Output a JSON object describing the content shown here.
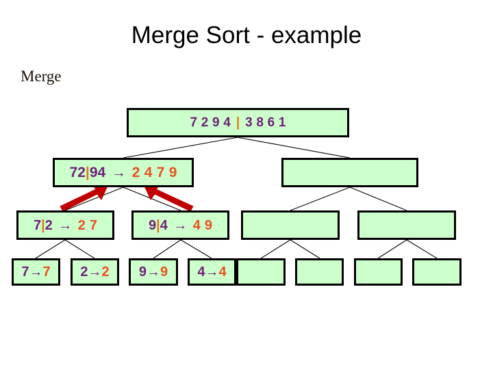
{
  "slide": {
    "title": "Merge Sort - example",
    "section_label": "Merge",
    "background_color": "#ffffff"
  },
  "colors": {
    "box_fill": "#ccffcc",
    "box_border": "#000000",
    "unsorted_text": "#70207a",
    "sorted_text": "#e8501e",
    "separator_bar": "#e07818",
    "arrow_red": "#c00000",
    "title_text": "#000000"
  },
  "tree": {
    "levels": [
      {
        "name": "level-1-root",
        "nodes": [
          {
            "id": "root",
            "text": "7 2 9 4 | 3 8 6 1",
            "empty": false,
            "tokens": [
              {
                "t": "7",
                "c": "pur"
              },
              {
                "t": " ",
                "c": "gap"
              },
              {
                "t": "2",
                "c": "pur"
              },
              {
                "t": " ",
                "c": "gap"
              },
              {
                "t": "9",
                "c": "pur"
              },
              {
                "t": " ",
                "c": "gap"
              },
              {
                "t": "4",
                "c": "pur"
              },
              {
                "t": " ",
                "c": "gapw"
              },
              {
                "t": "|",
                "c": "bar"
              },
              {
                "t": " ",
                "c": "gapw"
              },
              {
                "t": "3",
                "c": "pur"
              },
              {
                "t": " ",
                "c": "gap"
              },
              {
                "t": "8",
                "c": "pur"
              },
              {
                "t": " ",
                "c": "gap"
              },
              {
                "t": "6",
                "c": "pur"
              },
              {
                "t": " ",
                "c": "gap"
              },
              {
                "t": "1",
                "c": "pur"
              }
            ]
          }
        ]
      },
      {
        "name": "level-2",
        "nodes": [
          {
            "id": "L2-left",
            "text": "72|94 → 2 4 7 9",
            "empty": false,
            "tokens": [
              {
                "t": "72",
                "c": "pur"
              },
              {
                "t": "|",
                "c": "bar"
              },
              {
                "t": "94",
                "c": "pur"
              },
              {
                "t": " ",
                "c": "gapw"
              },
              {
                "t": "→",
                "c": "arr"
              },
              {
                "t": " ",
                "c": "gapw"
              },
              {
                "t": "2",
                "c": "org"
              },
              {
                "t": " ",
                "c": "gap"
              },
              {
                "t": "4",
                "c": "org"
              },
              {
                "t": " ",
                "c": "gap"
              },
              {
                "t": "7",
                "c": "org"
              },
              {
                "t": " ",
                "c": "gap"
              },
              {
                "t": "9",
                "c": "org"
              }
            ]
          },
          {
            "id": "L2-right",
            "text": "",
            "empty": true,
            "tokens": []
          }
        ]
      },
      {
        "name": "level-3",
        "nodes": [
          {
            "id": "L3-1",
            "text": "7|2 → 2 7",
            "empty": false,
            "tokens": [
              {
                "t": "7",
                "c": "pur"
              },
              {
                "t": "|",
                "c": "bar"
              },
              {
                "t": "2",
                "c": "pur"
              },
              {
                "t": " ",
                "c": "gapw"
              },
              {
                "t": "→",
                "c": "arr"
              },
              {
                "t": " ",
                "c": "gapw"
              },
              {
                "t": "2",
                "c": "org"
              },
              {
                "t": " ",
                "c": "gap"
              },
              {
                "t": "7",
                "c": "org"
              }
            ]
          },
          {
            "id": "L3-2",
            "text": "9|4 → 4 9",
            "empty": false,
            "tokens": [
              {
                "t": "9",
                "c": "pur"
              },
              {
                "t": "|",
                "c": "bar"
              },
              {
                "t": "4",
                "c": "pur"
              },
              {
                "t": " ",
                "c": "gapw"
              },
              {
                "t": "→",
                "c": "arr"
              },
              {
                "t": " ",
                "c": "gapw"
              },
              {
                "t": "4",
                "c": "org"
              },
              {
                "t": " ",
                "c": "gap"
              },
              {
                "t": "9",
                "c": "org"
              }
            ]
          },
          {
            "id": "L3-3",
            "text": "",
            "empty": true,
            "tokens": []
          },
          {
            "id": "L3-4",
            "text": "",
            "empty": true,
            "tokens": []
          }
        ]
      },
      {
        "name": "level-4-leaves",
        "nodes": [
          {
            "id": "L4-1",
            "text": "7→7",
            "empty": false,
            "tokens": [
              {
                "t": "7",
                "c": "pur"
              },
              {
                "t": "→",
                "c": "arr"
              },
              {
                "t": "7",
                "c": "org"
              }
            ]
          },
          {
            "id": "L4-2",
            "text": "2→2",
            "empty": false,
            "tokens": [
              {
                "t": "2",
                "c": "pur"
              },
              {
                "t": "→",
                "c": "arr"
              },
              {
                "t": "2",
                "c": "org"
              }
            ]
          },
          {
            "id": "L4-3",
            "text": "9→9",
            "empty": false,
            "tokens": [
              {
                "t": "9",
                "c": "pur"
              },
              {
                "t": "→",
                "c": "arr"
              },
              {
                "t": "9",
                "c": "org"
              }
            ]
          },
          {
            "id": "L4-4",
            "text": "4→4",
            "empty": false,
            "tokens": [
              {
                "t": "4",
                "c": "pur"
              },
              {
                "t": "→",
                "c": "arr"
              },
              {
                "t": "4",
                "c": "org"
              }
            ]
          },
          {
            "id": "L4-5",
            "text": "",
            "empty": true,
            "tokens": []
          },
          {
            "id": "L4-6",
            "text": "",
            "empty": true,
            "tokens": []
          },
          {
            "id": "L4-7",
            "text": "",
            "empty": true,
            "tokens": []
          },
          {
            "id": "L4-8",
            "text": "",
            "empty": true,
            "tokens": []
          }
        ]
      }
    ]
  },
  "annotations": {
    "arrows": [
      {
        "name": "merge-arrow-left",
        "direction": "up-right",
        "color": "#c00000"
      },
      {
        "name": "merge-arrow-right",
        "direction": "up-left",
        "color": "#c00000"
      }
    ]
  }
}
